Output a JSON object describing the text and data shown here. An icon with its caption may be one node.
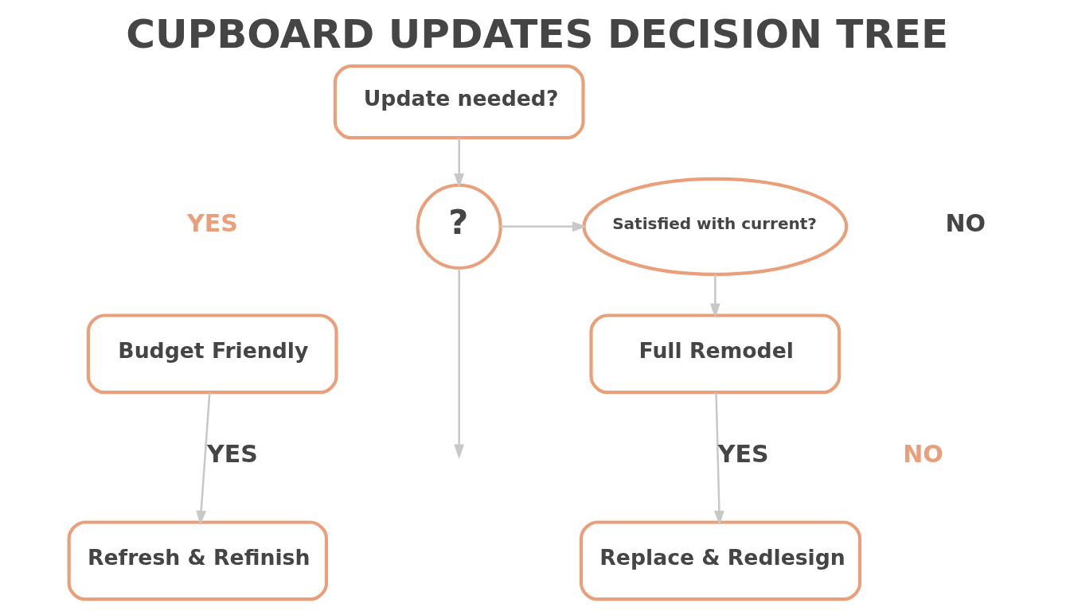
{
  "diagram": {
    "title": "CUPBOARD UPDATES DECISION TREE",
    "nodes": [
      {
        "text": [
          "Update needed?"
        ]
      },
      {
        "text": [
          "?"
        ]
      },
      {
        "text": [
          "Satisfied with current?"
        ]
      },
      {
        "text": [
          "Budget Friendly"
        ]
      },
      {
        "text": [
          "Full Remodel"
        ]
      },
      {
        "text": [
          "Refresh & Refinish"
        ]
      },
      {
        "text": [
          "Replace & Redlesign"
        ]
      }
    ],
    "edges": [
      {
        "from": 0,
        "to": 1,
        "arrow": "to"
      },
      {
        "from": 1,
        "to": 2,
        "arrow": "to"
      },
      {
        "from": 1,
        "to": null,
        "arrow": "to"
      },
      {
        "from": 2,
        "to": 4,
        "arrow": "to"
      },
      {
        "from": 3,
        "to": 5,
        "arrow": "to",
        "label": "YES"
      },
      {
        "from": 4,
        "to": 6,
        "arrow": "to",
        "label": "YES"
      }
    ],
    "labels": [
      "YES",
      "NO",
      "NO"
    ]
  }
}
